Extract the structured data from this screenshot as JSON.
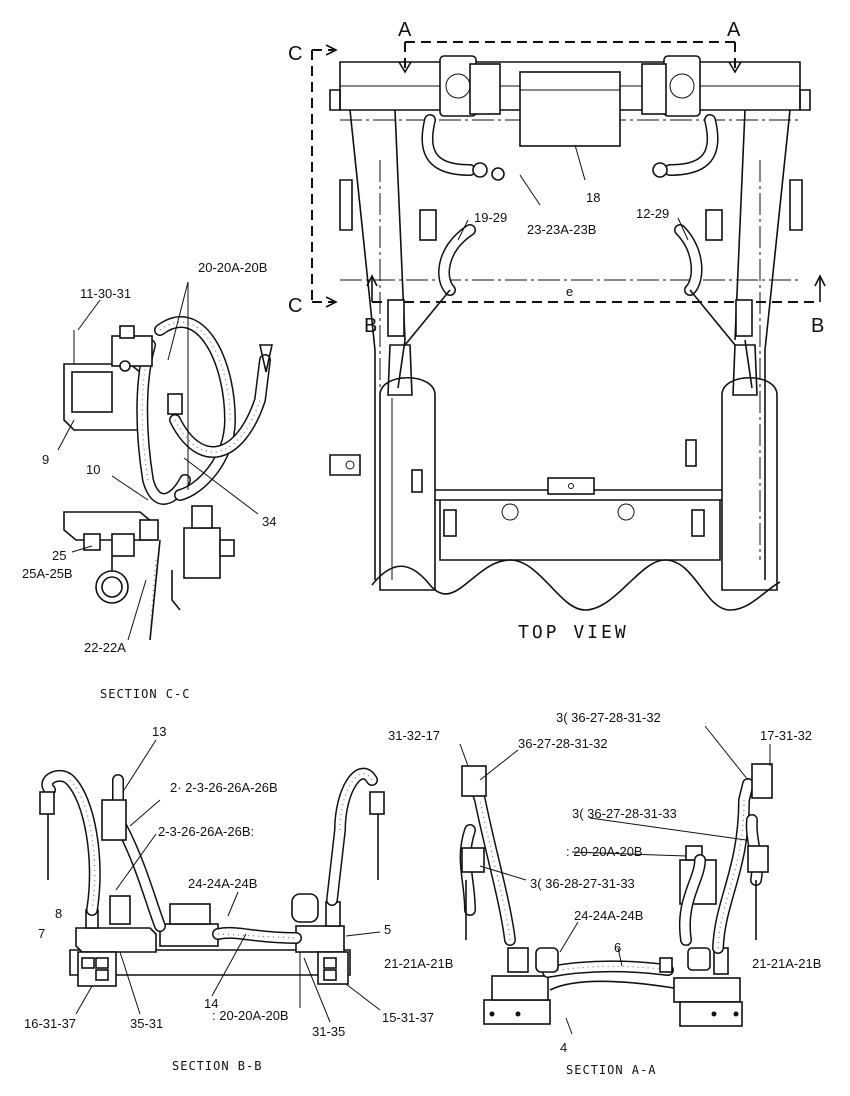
{
  "top_view": {
    "title": "TOP VIEW",
    "markers": {
      "a": "A",
      "b": "B",
      "c": "C"
    },
    "callouts": {
      "c18": "18",
      "c23": "23-23A-23B",
      "c19": "19-29",
      "c12": "12-29"
    }
  },
  "section_cc": {
    "title": "SECTION C-C",
    "callouts": {
      "c11": "11-30-31",
      "c20": "20-20A-20B",
      "c9": "9",
      "c10": "10",
      "c34": "34",
      "c25": "25",
      "c25a": "25A-25B",
      "c22": "22-22A"
    }
  },
  "section_bb": {
    "title": "SECTION B-B",
    "callouts": {
      "c13": "13",
      "c2a": "2· 2-3-26-26A-26B",
      "c2b": "2-3-26-26A-26B:",
      "c24": "24-24A-24B",
      "c8": "8",
      "c7": "7",
      "c5": "5",
      "c14": "14",
      "c20": ": 20-20A-20B",
      "c16": "16-31-37",
      "c35": "35-31",
      "c3135": "31-35",
      "c15": "15-31-37"
    }
  },
  "section_aa": {
    "title": "SECTION A-A",
    "callouts": {
      "c36a": "3( 36-27-28-31-32",
      "c31": "31-32-17",
      "c36b": "36-27-28-31-32",
      "c17": "17-31-32",
      "c36c": "3( 36-27-28-31-33",
      "c20": ": 20-20A-20B",
      "c36d": "3( 36-28-27-31-33",
      "c24": "24-24A-24B",
      "c6": "6",
      "c21a": "21-21A-21B",
      "c21b": "21-21A-21B",
      "c4": "4"
    }
  }
}
